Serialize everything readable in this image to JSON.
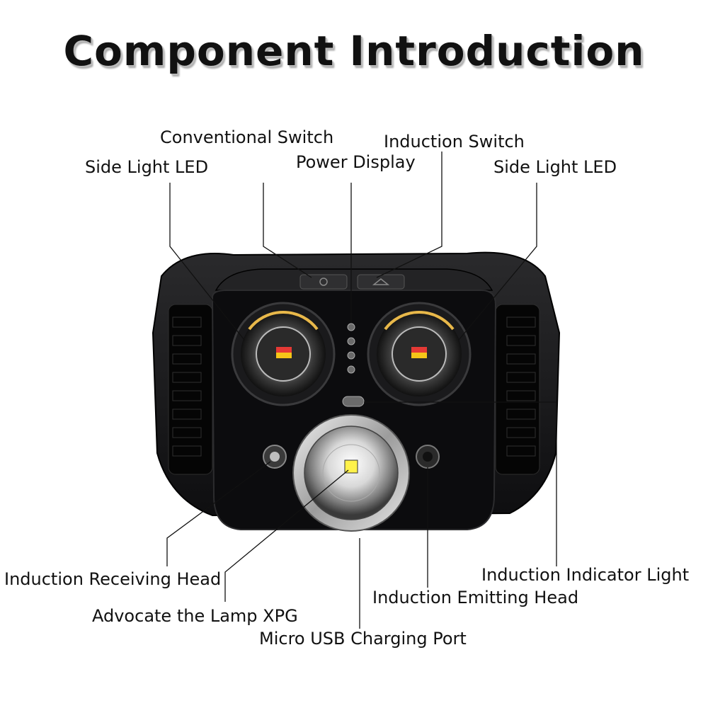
{
  "title": "Component Introduction",
  "labels": {
    "conventional_switch": "Conventional Switch",
    "induction_switch": "Induction Switch",
    "power_display": "Power Display",
    "side_light_led_left": "Side Light LED",
    "side_light_led_right": "Side Light LED",
    "induction_receiving_head": "Induction Receiving Head",
    "advocate_lamp_xpg": "Advocate the Lamp XPG",
    "micro_usb_port": "Micro USB Charging Port",
    "induction_indicator_light": "Induction Indicator Light",
    "induction_emitting_head": "Induction Emitting Head"
  },
  "colors": {
    "body": "#1a1a1c",
    "face": "#0d0d0f",
    "leader_line": "#111111",
    "led_red": "#e53935",
    "led_yellow": "#f5c518",
    "xpg_yellow": "#fff24a"
  }
}
